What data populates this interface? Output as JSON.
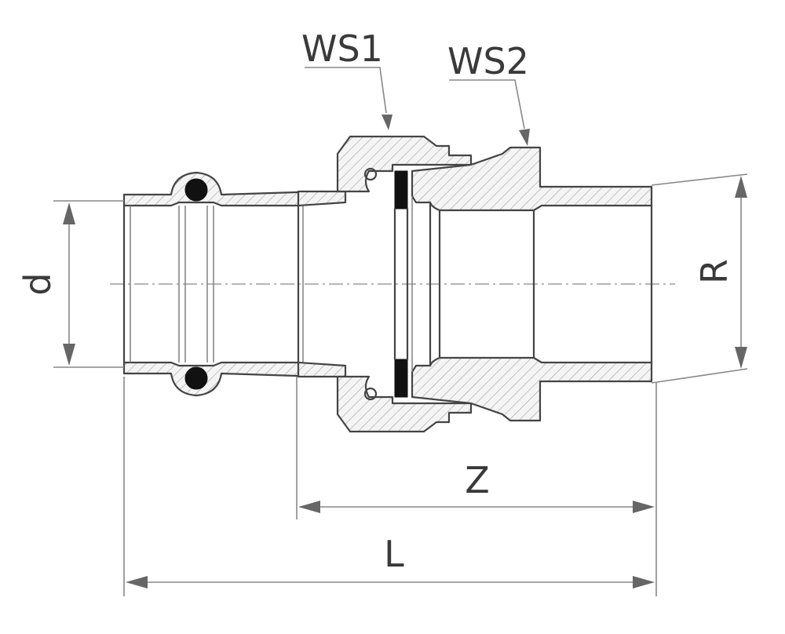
{
  "labels": {
    "ws1": "WS1",
    "ws2": "WS2",
    "d": "d",
    "r": "R",
    "z": "Z",
    "l": "L"
  },
  "colors": {
    "line": "#444444",
    "dimension": "#888888",
    "seal": "#111111",
    "background": "#ffffff"
  }
}
